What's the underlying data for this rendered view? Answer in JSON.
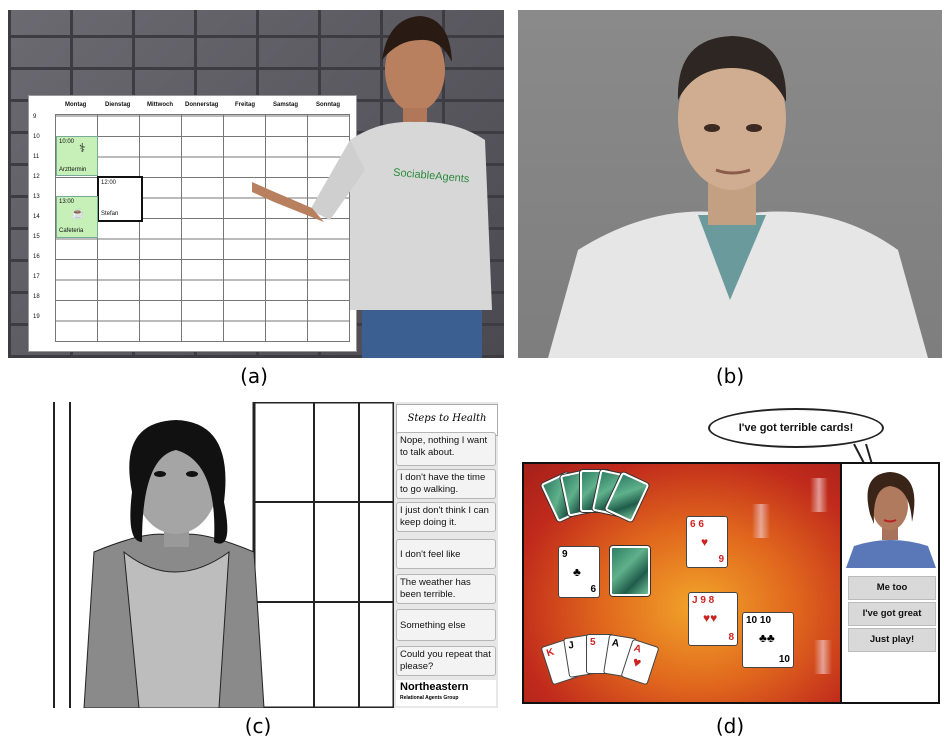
{
  "panel_a": {
    "days": [
      "Montag",
      "Dienstag",
      "Mittwoch",
      "Donnerstag",
      "Freitag",
      "Samstag",
      "Sonntag"
    ],
    "hours": [
      "9",
      "10",
      "11",
      "12",
      "13",
      "14",
      "15",
      "16",
      "17",
      "18",
      "19"
    ],
    "events": [
      {
        "time": "10:00",
        "label": "Arzttermin"
      },
      {
        "time": "12:00",
        "label": "Stefan"
      },
      {
        "time": "13:00",
        "label": "Cafeteria"
      }
    ],
    "shirt_text": "SociableAgents",
    "caption": "(a)"
  },
  "panel_b": {
    "caption": "(b)"
  },
  "panel_c": {
    "logo_title": "Steps to Health",
    "options": [
      "Nope, nothing I want to talk about.",
      "I don't have the time to go walking.",
      "I just don't think I can keep doing it.",
      "I don't feel like walking.",
      "The weather has been terrible.",
      "Something else",
      "Could you repeat that please?"
    ],
    "footer_logo": "Northeastern",
    "footer_sub": "Relational Agents Group",
    "caption": "(c)"
  },
  "panel_d": {
    "speech": "I've got terrible cards!",
    "buttons": [
      "Me too",
      "I've got great cards",
      "Just play!"
    ],
    "caption": "(d)"
  },
  "colors": {
    "event_green": "#c6f0b7",
    "table_red": "#c02a1c",
    "table_orange": "#f2a52a"
  }
}
